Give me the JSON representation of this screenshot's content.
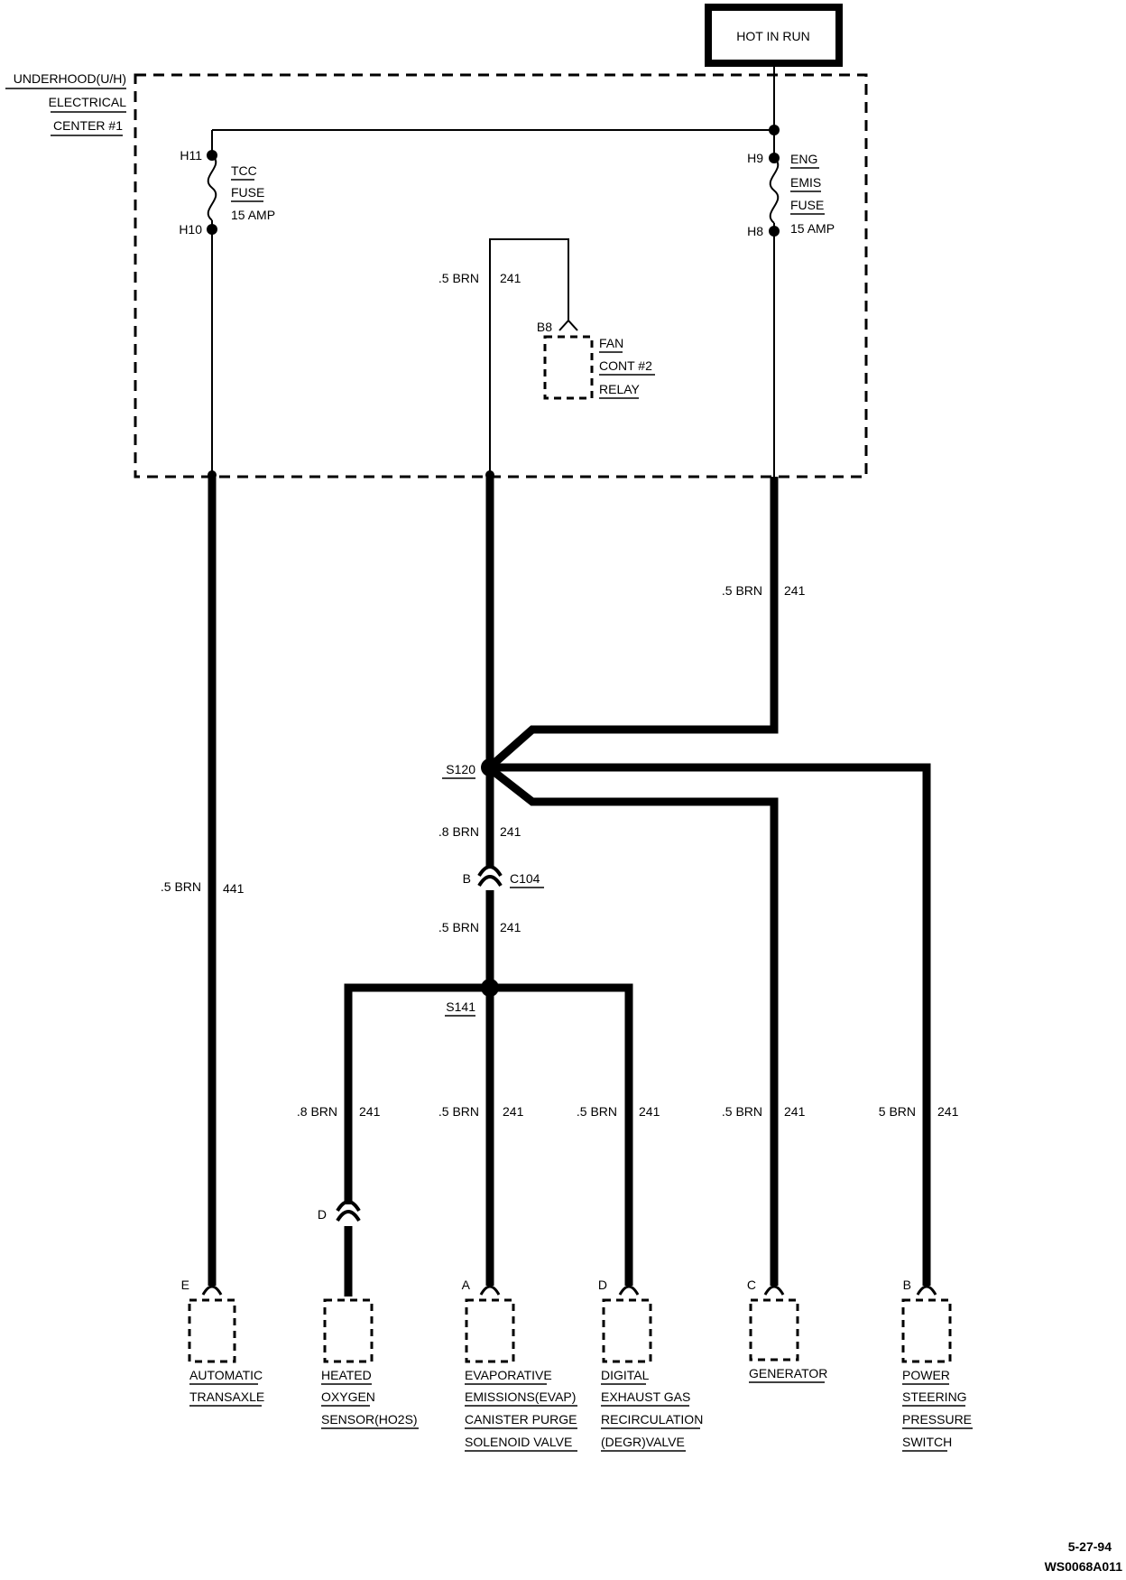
{
  "power_source": {
    "label": "HOT IN RUN"
  },
  "center": {
    "lines": [
      "UNDERHOOD(U/H)",
      "ELECTRICAL",
      "CENTER #1"
    ]
  },
  "fuses": {
    "tcc": {
      "pin_top": "H11",
      "pin_bottom": "H10",
      "lines": [
        "TCC",
        "FUSE",
        "15 AMP"
      ]
    },
    "eng": {
      "pin_top": "H9",
      "pin_bottom": "H8",
      "lines": [
        "ENG",
        "EMIS",
        "FUSE",
        "15 AMP"
      ]
    }
  },
  "relay": {
    "pin": "B8",
    "lines": [
      "FAN",
      "CONT #2",
      "RELAY"
    ]
  },
  "splices": {
    "s120": "S120",
    "s141": "S141"
  },
  "connectors": {
    "c104": "C104",
    "c104_pin": "B",
    "o2_pin": "D"
  },
  "wires": {
    "relay_feed": {
      "gauge": ".5 BRN",
      "circuit": "241"
    },
    "eng_feed": {
      "gauge": ".5 BRN",
      "circuit": "241"
    },
    "tcc_feed": {
      "gauge": ".5 BRN",
      "circuit": "441"
    },
    "s120_down": {
      "gauge": ".8 BRN",
      "circuit": "241"
    },
    "c104_down": {
      "gauge": ".5 BRN",
      "circuit": "241"
    },
    "o2": {
      "gauge": ".8 BRN",
      "circuit": "241"
    },
    "evap": {
      "gauge": ".5 BRN",
      "circuit": "241"
    },
    "degr": {
      "gauge": ".5 BRN",
      "circuit": "241"
    },
    "gen": {
      "gauge": ".5 BRN",
      "circuit": "241"
    },
    "ps": {
      "gauge": "5 BRN",
      "circuit": "241"
    }
  },
  "components": [
    {
      "pin": "E",
      "lines": [
        "AUTOMATIC",
        "TRANSAXLE"
      ]
    },
    {
      "pin": "",
      "lines": [
        "HEATED",
        "OXYGEN",
        "SENSOR(HO2S)"
      ]
    },
    {
      "pin": "A",
      "lines": [
        "EVAPORATIVE",
        "EMISSIONS(EVAP)",
        "CANISTER PURGE",
        "SOLENOID VALVE"
      ]
    },
    {
      "pin": "D",
      "lines": [
        "DIGITAL",
        "EXHAUST GAS",
        "RECIRCULATION",
        "(DEGR)VALVE"
      ]
    },
    {
      "pin": "C",
      "lines": [
        "GENERATOR"
      ]
    },
    {
      "pin": "B",
      "lines": [
        "POWER",
        "STEERING",
        "PRESSURE",
        "SWITCH"
      ]
    }
  ],
  "footer": {
    "date": "5-27-94",
    "code": "WS0068A011"
  }
}
